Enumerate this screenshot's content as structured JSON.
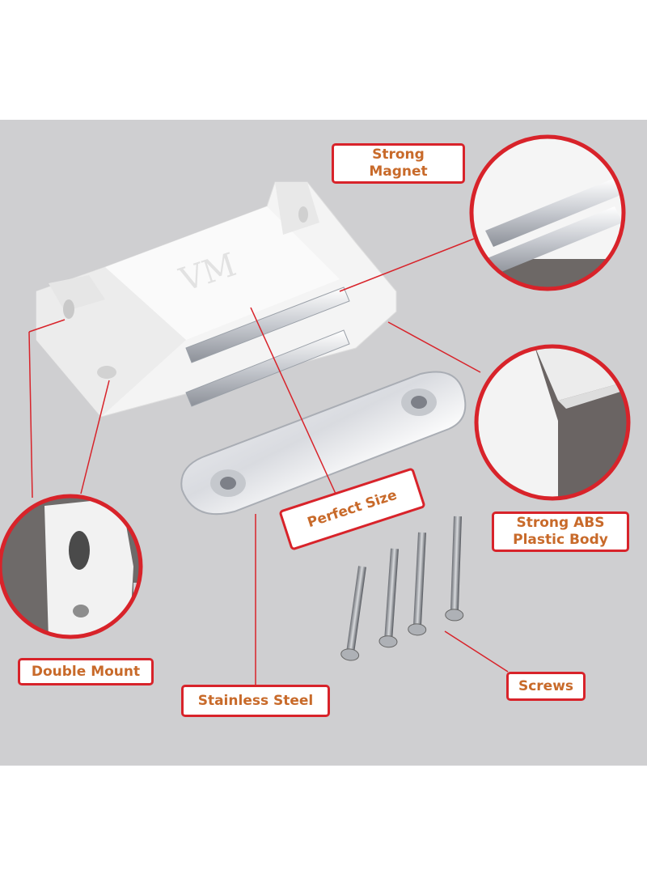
{
  "brand_mark": "VM",
  "callouts": {
    "strong_magnet": "Strong\nMagnet",
    "perfect_size": "Perfect Size",
    "strong_abs": "Strong ABS\nPlastic Body",
    "double_mount": "Double Mount",
    "stainless_steel": "Stainless Steel",
    "screws": "Screws"
  },
  "colors": {
    "callout_border": "#d8232a",
    "callout_text": "#c86a2a",
    "background_panel": "#cfcfd1"
  }
}
